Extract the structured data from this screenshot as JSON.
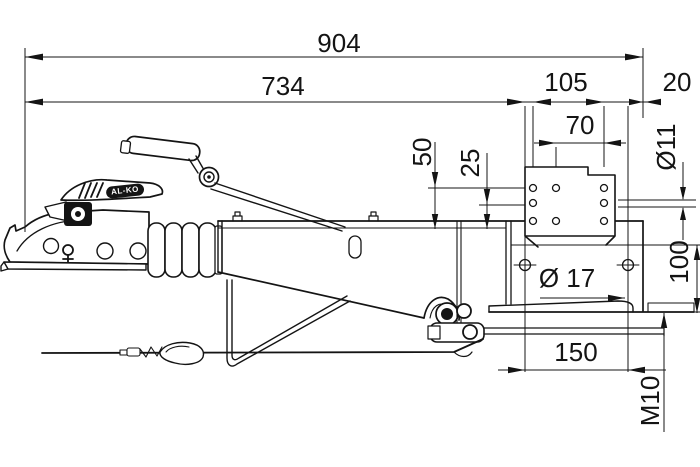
{
  "drawing": {
    "title": "Overrun coupling device side view with mounting dimensions",
    "brand_logo": "AL-KO",
    "line_color": "#141414",
    "background": "#ffffff",
    "dims": {
      "overall_length": "904",
      "length_to_bracket": "734",
      "plate_hole_span_outer": "105",
      "rear_offset": "20",
      "plate_hole_span_inner": "70",
      "hole_row_top_offset": "50",
      "hole_row_mid_offset": "25",
      "plate_hole_diameter": "Ø11",
      "bracket_height": "100",
      "base_hole_diameter": "Ø 17",
      "base_hole_span": "150",
      "thread_size": "M10"
    }
  }
}
